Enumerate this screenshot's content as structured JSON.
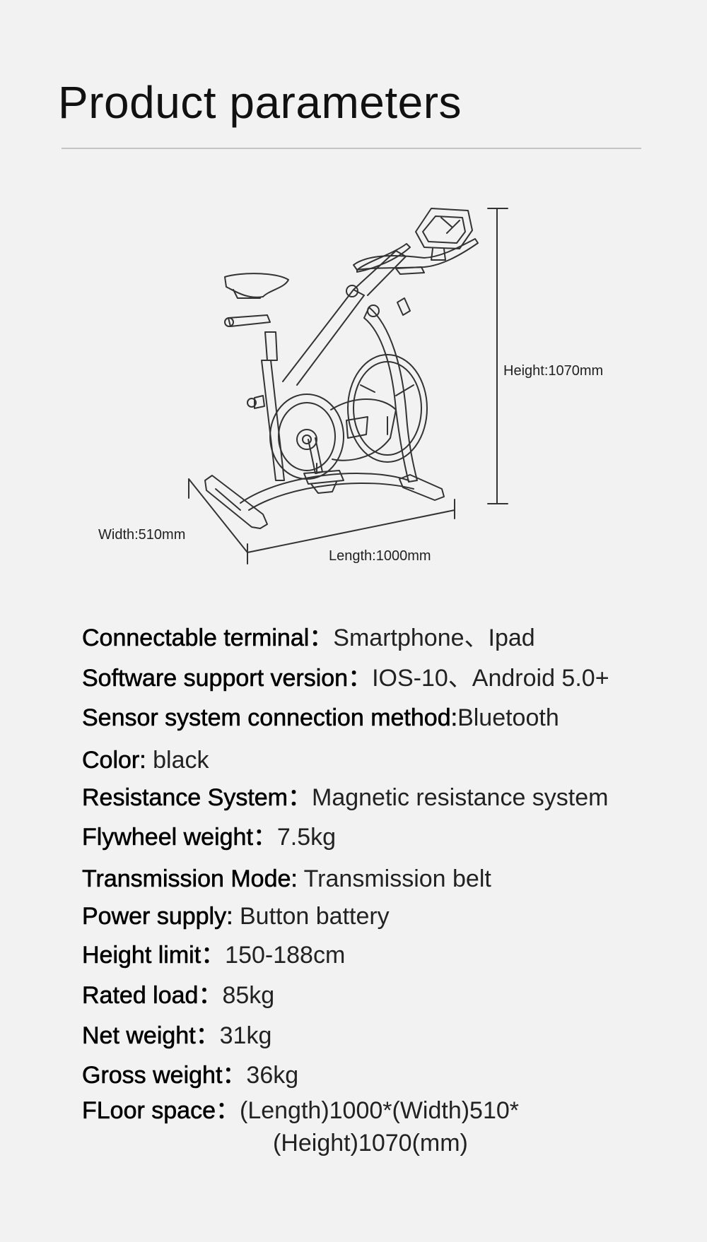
{
  "title": "Product parameters",
  "dimensions": {
    "height": "Height:1070mm",
    "width": "Width:510mm",
    "length": "Length:1000mm"
  },
  "specs": [
    {
      "label": "Connectable terminal：",
      "value": "Smartphone、Ipad"
    },
    {
      "label": "Software support version：",
      "value": "IOS-10、Android 5.0+"
    },
    {
      "label": "Sensor system connection method:",
      "value": "Bluetooth"
    },
    {
      "label": "Color: ",
      "value": "black"
    },
    {
      "label": "Resistance System：",
      "value": "Magnetic resistance system"
    },
    {
      "label": "Flywheel weight：",
      "value": "7.5kg"
    },
    {
      "label": "Transmission Mode: ",
      "value": "Transmission  belt"
    },
    {
      "label": "Power supply: ",
      "value": "Button battery"
    },
    {
      "label": "Height limit：",
      "value": "150-188cm"
    },
    {
      "label": "Rated load：",
      "value": "85kg"
    },
    {
      "label": "Net  weight：",
      "value": "31kg"
    },
    {
      "label": "Gross weight：",
      "value": "36kg"
    },
    {
      "label": "FLoor space：",
      "value": "(Length)1000*(Width)510*"
    }
  ],
  "floor_space_cont": "(Height)1070(mm)"
}
